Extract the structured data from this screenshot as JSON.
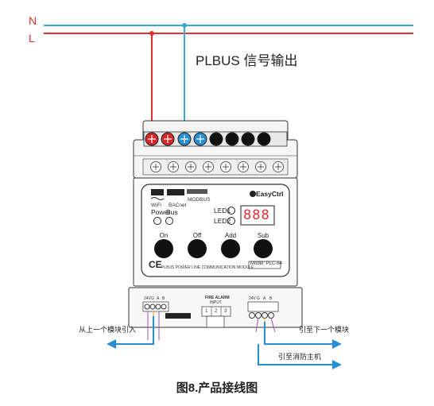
{
  "lines": {
    "n_label": "N",
    "l_label": "L",
    "n_color": "#3aa9d6",
    "l_color": "#e03030"
  },
  "signal_label": "PLBUS 信号输出",
  "module": {
    "brand": "EasyCtrl",
    "logos": [
      "WiFi",
      "BACnet",
      "MODBUS"
    ],
    "indicators": {
      "power_label": "Power",
      "bus_label": "Bus",
      "led1_label": "LED1",
      "led2_label": "LED2"
    },
    "display_value": "888",
    "buttons": [
      "On",
      "Off",
      "Add",
      "Sub"
    ],
    "ce_mark": "CE",
    "footer_text": "PLBUS POWER LINE COMMUNICATION MODULE",
    "model_label": "Model: PLC-64"
  },
  "bottom_terminals": {
    "left_labels": [
      "24V",
      "G",
      "A",
      "B"
    ],
    "fire_alarm_title": "FIRE ALARM",
    "fire_alarm_sub": "INPUT",
    "fire_alarm_pins": [
      "1",
      "2",
      "3"
    ],
    "right_labels": [
      "24V",
      "G",
      "A",
      "B"
    ]
  },
  "flows": {
    "from_previous": "从上一个模块引入",
    "to_next": "引至下一个模块",
    "to_fire_host": "引至消防主机"
  },
  "caption": "图8.产品接线图"
}
